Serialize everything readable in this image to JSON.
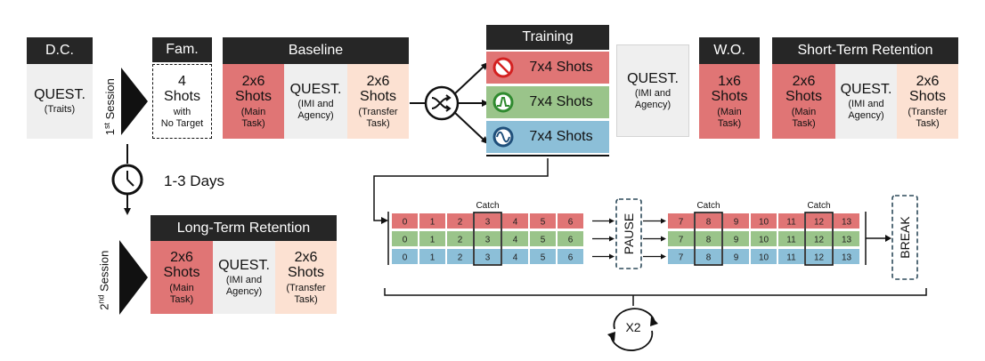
{
  "session1": {
    "label_main": "1",
    "label_sup": "st",
    "label_rest": " Session"
  },
  "session2": {
    "label_main": "2",
    "label_sup": "nd",
    "label_rest": " Session"
  },
  "dc": {
    "title": "D.C.",
    "main": "QUEST.",
    "sub": "(Traits)"
  },
  "fam": {
    "title": "Fam.",
    "line1": "4",
    "line2": "Shots",
    "line3": "with",
    "line4": "No Target"
  },
  "baseline": {
    "title": "Baseline",
    "cells": [
      {
        "main1": "2x6",
        "main2": "Shots",
        "sub1": "(Main",
        "sub2": "Task)"
      },
      {
        "main1": "QUEST.",
        "main2": "",
        "sub1": "(IMI and",
        "sub2": "Agency)"
      },
      {
        "main1": "2x6",
        "main2": "Shots",
        "sub1": "(Transfer",
        "sub2": "Task)"
      }
    ]
  },
  "training": {
    "title": "Training",
    "rows": [
      "7x4 Shots",
      "7x4 Shots",
      "7x4 Shots"
    ]
  },
  "quest_mid": {
    "main": "QUEST.",
    "sub1": "(IMI and",
    "sub2": "Agency)"
  },
  "wo": {
    "title": "W.O.",
    "main1": "1x6",
    "main2": "Shots",
    "sub1": "(Main",
    "sub2": "Task)"
  },
  "short_term": {
    "title": "Short-Term Retention",
    "cells": [
      {
        "main1": "2x6",
        "main2": "Shots",
        "sub1": "(Main",
        "sub2": "Task)"
      },
      {
        "main1": "QUEST.",
        "main2": "",
        "sub1": "(IMI and",
        "sub2": "Agency)"
      },
      {
        "main1": "2x6",
        "main2": "Shots",
        "sub1": "(Transfer",
        "sub2": "Task)"
      }
    ]
  },
  "days": {
    "label": "1-3 Days"
  },
  "long_term": {
    "title": "Long-Term Retention",
    "cells": [
      {
        "main1": "2x6",
        "main2": "Shots",
        "sub1": "(Main",
        "sub2": "Task)"
      },
      {
        "main1": "QUEST.",
        "main2": "",
        "sub1": "(IMI and",
        "sub2": "Agency)"
      },
      {
        "main1": "2x6",
        "main2": "Shots",
        "sub1": "(Transfer",
        "sub2": "Task)"
      }
    ]
  },
  "sequence": {
    "block1": [
      "0",
      "1",
      "2",
      "3",
      "4",
      "5",
      "6"
    ],
    "block2": [
      "7",
      "8",
      "9",
      "10",
      "11",
      "12",
      "13"
    ],
    "catch_label": "Catch",
    "pause_label": "PAUSE",
    "break_label": "BREAK",
    "repeat_label": "X2"
  },
  "colors": {
    "dark": "#262626",
    "red": "#e07575",
    "green": "#9ac48a",
    "blue": "#8cbfd8",
    "grey": "#efefef",
    "peach": "#fce1d2",
    "icon_red": "#d42020",
    "icon_green": "#2f8a2f",
    "icon_blue": "#1f4f7a"
  }
}
